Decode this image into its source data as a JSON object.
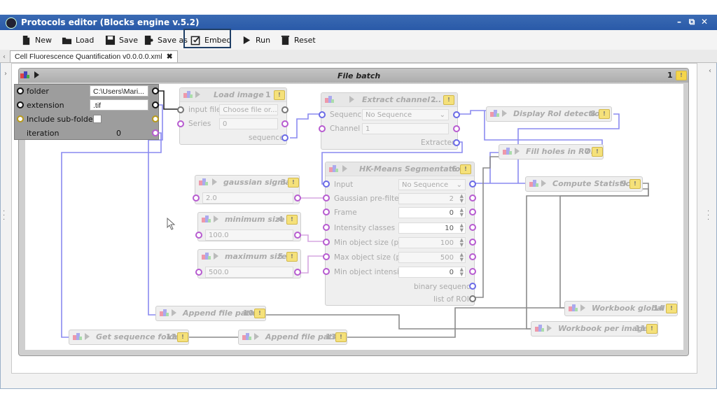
{
  "window": {
    "title": "Protocols editor (Blocks engine v.5.2)"
  },
  "toolbar": {
    "new": "New",
    "load": "Load",
    "save": "Save",
    "save_as": "Save as",
    "embed": "Embed",
    "run": "Run",
    "reset": "Reset"
  },
  "tab": {
    "label": "Cell Fluorescence Quantification v0.0.0.0.xml",
    "close": "✖"
  },
  "batch": {
    "title": "File batch",
    "number": "1"
  },
  "inputs": {
    "folder_label": "folder",
    "folder_value": "C:\\Users\\Mari...",
    "extension_label": "extension",
    "extension_value": ".tif",
    "subfolders_label": "Include sub-folders",
    "iteration_label": "iteration",
    "iteration_value": "0"
  },
  "blocks": {
    "load_image": {
      "title": "Load image",
      "number": "1",
      "input_file": "input file",
      "choose": "Choose file or...",
      "series": "Series",
      "series_value": "0",
      "sequence": "sequence"
    },
    "extract_channel": {
      "title": "Extract channel ...",
      "number": "2",
      "sequence": "Sequence",
      "sequence_value": "No Sequence",
      "channel": "Channel",
      "channel_value": "1",
      "extracted": "Extracted"
    },
    "display_roi": {
      "title": "Display RoI detection",
      "number": "8"
    },
    "fill_holes": {
      "title": "Fill holes in ROI",
      "number": "7"
    },
    "gaussian": {
      "title": "gaussian sigma",
      "number": "3",
      "value": "2.0"
    },
    "min_size": {
      "title": "minimum size",
      "number": "4",
      "value": "100.0"
    },
    "max_size": {
      "title": "maximum size",
      "number": "5",
      "value": "500.0"
    },
    "hk_means": {
      "title": "HK-Means Segmentation",
      "number": "6",
      "input": "Input",
      "input_value": "No Sequence",
      "gaussian": "Gaussian pre-filter",
      "gaussian_value": "2",
      "frame": "Frame",
      "frame_value": "0",
      "classes": "Intensity classes",
      "classes_value": "10",
      "min_obj": "Min object size (px)",
      "min_obj_value": "100",
      "max_obj": "Max object size (px)",
      "max_obj_value": "500",
      "min_int": "Min object intensity",
      "min_int_value": "0",
      "binary": "binary sequence",
      "roi": "list of ROI"
    },
    "compute_stats": {
      "title": "Compute Statistics",
      "number": "9"
    },
    "append_path_10": {
      "title": "Append file path",
      "number": "10"
    },
    "workbook_global": {
      "title": "Workbook global",
      "number": "14"
    },
    "workbook_per_image": {
      "title": "Workbook per image",
      "number": "11"
    },
    "get_seq_folder": {
      "title": "Get sequence folder",
      "number": "12"
    },
    "append_path_13": {
      "title": "Append file path",
      "number": "13"
    }
  },
  "colors": {
    "title_bar": "#2a5aa8",
    "wire_blue": "#8a8af0",
    "wire_gray": "#8a8a8a",
    "embed_outline": "#1f3f66"
  }
}
